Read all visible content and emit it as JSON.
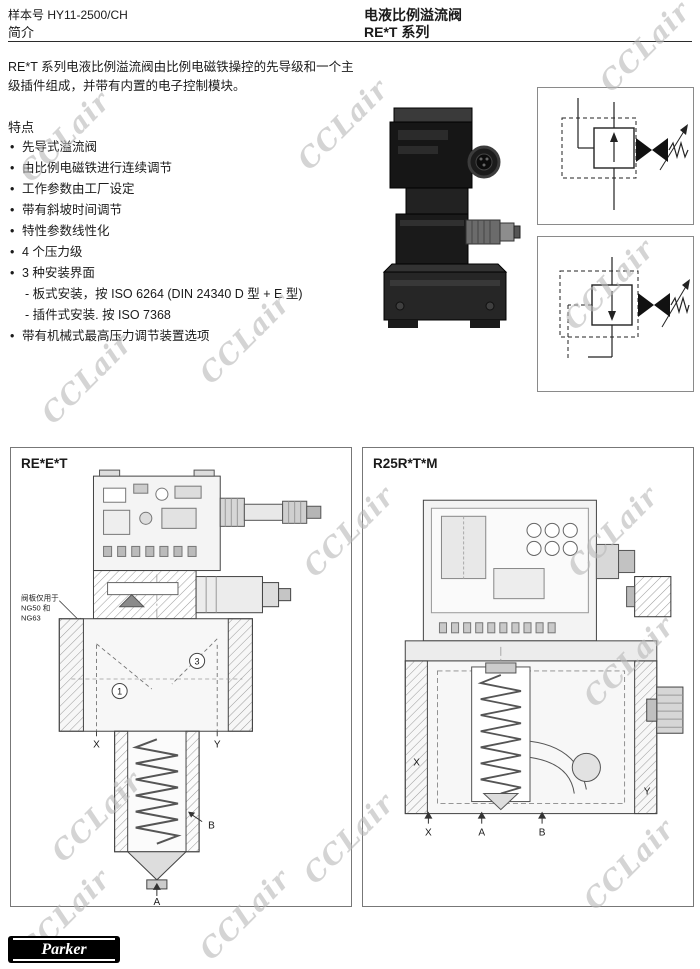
{
  "watermark": {
    "text": "CCLair"
  },
  "header": {
    "doc_number": "样本号 HY11-2500/CH",
    "doc_section": "简介",
    "title": "电液比例溢流阀",
    "series": "RE*T 系列"
  },
  "intro": "RE*T 系列电液比例溢流阀由比例电磁铁操控的先导级和一个主级插件组成，并带有内置的电子控制模块。",
  "features": {
    "heading": "特点",
    "items": [
      "先导式溢流阀",
      "由比例电磁铁进行连续调节",
      "工作参数由工厂设定",
      "带有斜坡时间调节",
      "特性参数线性化",
      "4 个压力级",
      "3 种安装界面",
      "带有机械式最高压力调节装置选项"
    ],
    "sub_items": [
      "- 板式安装，按 ISO 6264 (DIN 24340 D 型 + E 型)",
      "- 插件式安装. 按 ISO 7368"
    ]
  },
  "figures": {
    "left": {
      "title": "RE*E*T",
      "note_lines": [
        "阀板仅用于",
        "NG50 和",
        "NG63"
      ],
      "labels": {
        "x": "X",
        "y": "Y",
        "a": "A",
        "b": "B",
        "n1": "1",
        "n3": "3"
      }
    },
    "right": {
      "title": "R25R*T*M",
      "labels": {
        "x_side": "X",
        "y_side": "Y",
        "x_bottom": "X",
        "a_bottom": "A",
        "b_bottom": "B"
      }
    }
  },
  "footer": {
    "brand": "Parker"
  }
}
